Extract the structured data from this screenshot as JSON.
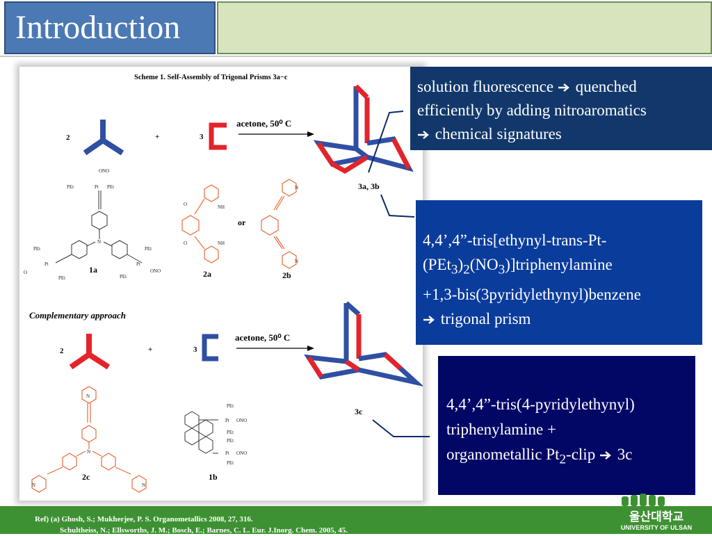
{
  "header": {
    "title": "Introduction"
  },
  "scheme": {
    "caption": "Scheme 1.  Self-Assembly of Trigonal Prisms 3a−c",
    "reagent_2": "2",
    "plus": "+",
    "reagent_3": "3",
    "condition": "acetone, 50⁰ C",
    "product_ab": "3a, 3b",
    "label_1a": "1a",
    "label_2a": "2a",
    "label_2b": "2b",
    "or": "or",
    "complementary": "Complementary approach",
    "reagent_2c": "2",
    "plus2": "+",
    "reagent_3c": "3",
    "condition2": "acetone, 50⁰ C",
    "product_c": "3c",
    "label_2c": "2c",
    "label_1b": "1b",
    "atoms": {
      "ono2": "ONO",
      "pet3": "PEt",
      "pt": "Pt",
      "n": "N",
      "nh": "NH",
      "o": "O",
      "o2no": "O",
      "sub2": "2",
      "sub3": "3"
    }
  },
  "boxes": {
    "box1": {
      "line1a": "solution fluorescence ",
      "line1b": " quenched",
      "line2": "efficiently by adding nitroaromatics",
      "line3": " chemical signatures"
    },
    "box2": {
      "l1": "4,4’,4”-tris[ethynyl-trans-Pt-",
      "l2a": "(PEt",
      "l2sub1": "3",
      "l2b": ")",
      "l2sub2": "2",
      "l2c": "(NO",
      "l2sub3": "3",
      "l2d": ")]triphenylamine",
      "l3": "+1,3-bis(3pyridylethynyl)benzene",
      "l4": " trigonal prism"
    },
    "box3": {
      "l1": "4,4’,4”-tris(4-pyridylethynyl)",
      "l2": "triphenylamine +",
      "l3a": "organometallic Pt",
      "l3sub": "2",
      "l3b": "-clip ",
      "l3c": " 3c"
    }
  },
  "footer": {
    "ref_line1": "Ref)  (a) Ghosh, S.; Mukherjee, P. S. Organometallics 2008, 27, 316.",
    "ref_line2": "Schultheiss, N.; Ellsworths, J. M.; Bosch, E.; Barnes, C. L. Eur. J.Inorg. Chem. 2005, 45.",
    "logo_korean": "울산대학교",
    "logo_english": "UNIVERSITY OF ULSAN"
  },
  "colors": {
    "blue": "#2f4fa3",
    "red": "#e3242b",
    "orange": "#e86a3a",
    "green": "#3d9132"
  },
  "icons": {
    "arrow": "right-arrow-icon"
  }
}
